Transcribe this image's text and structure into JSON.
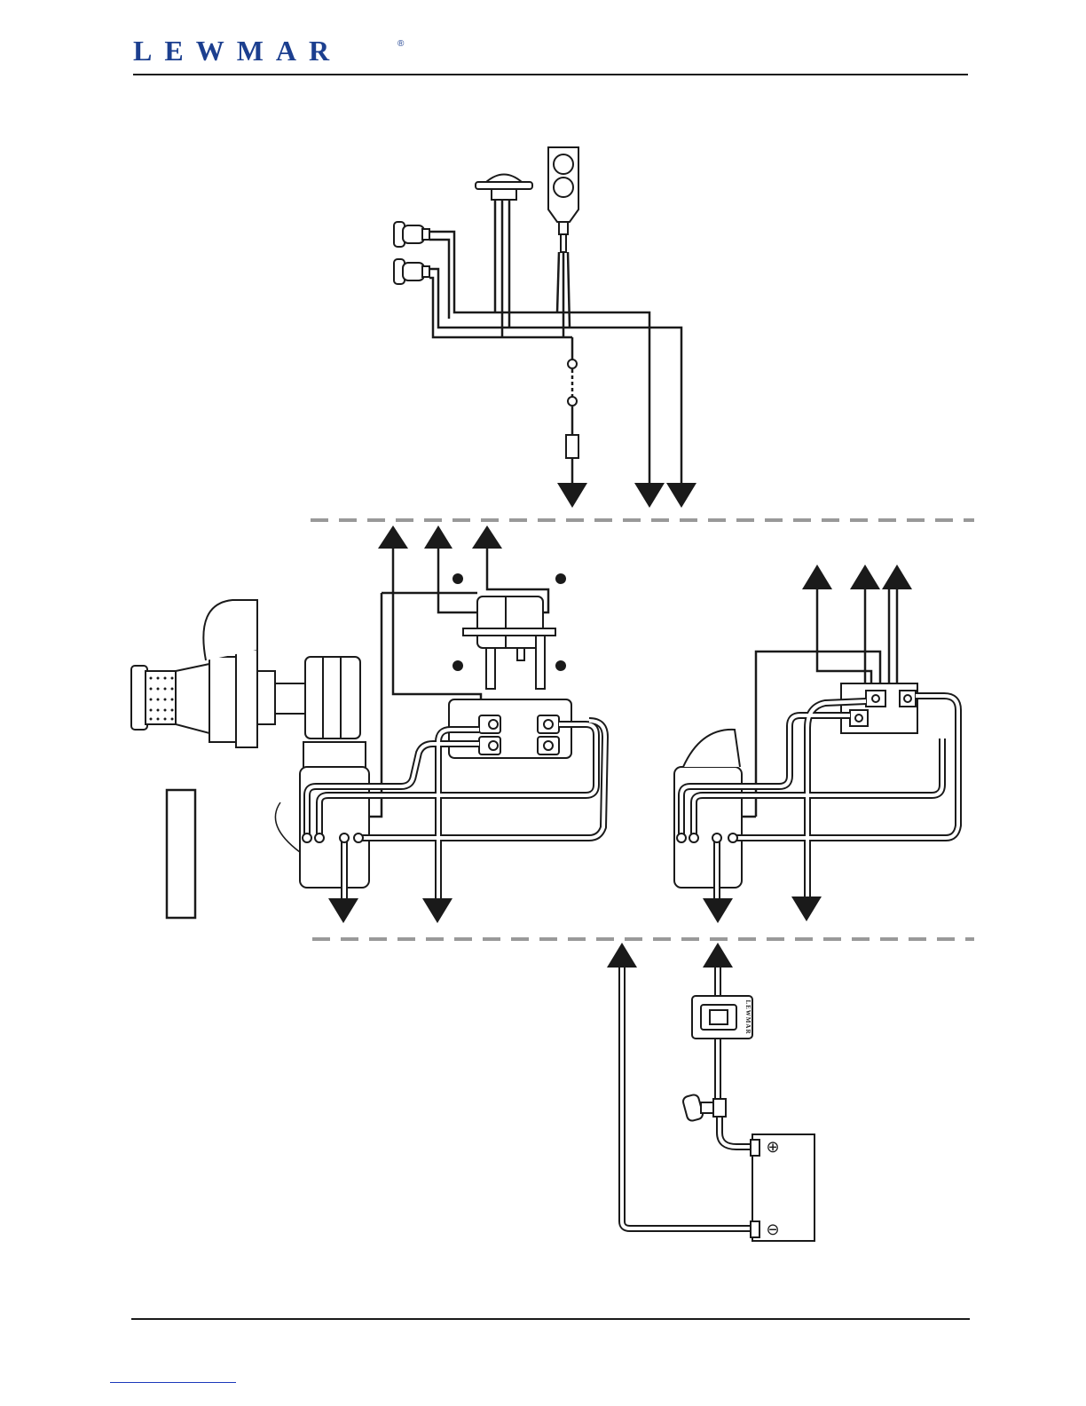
{
  "header": {
    "brand": "LEWMAR",
    "registered_mark": "®",
    "brand_color": "#1c3f8f"
  },
  "diagram": {
    "kind": "windlass wiring diagram",
    "colors": {
      "line": "#1a1a1a",
      "divider": "#999999",
      "cable_fill": "#ffffff"
    },
    "battery_terminals": {
      "positive": "⊕",
      "negative": "⊖"
    },
    "breaker_label": "LEWMAR"
  }
}
